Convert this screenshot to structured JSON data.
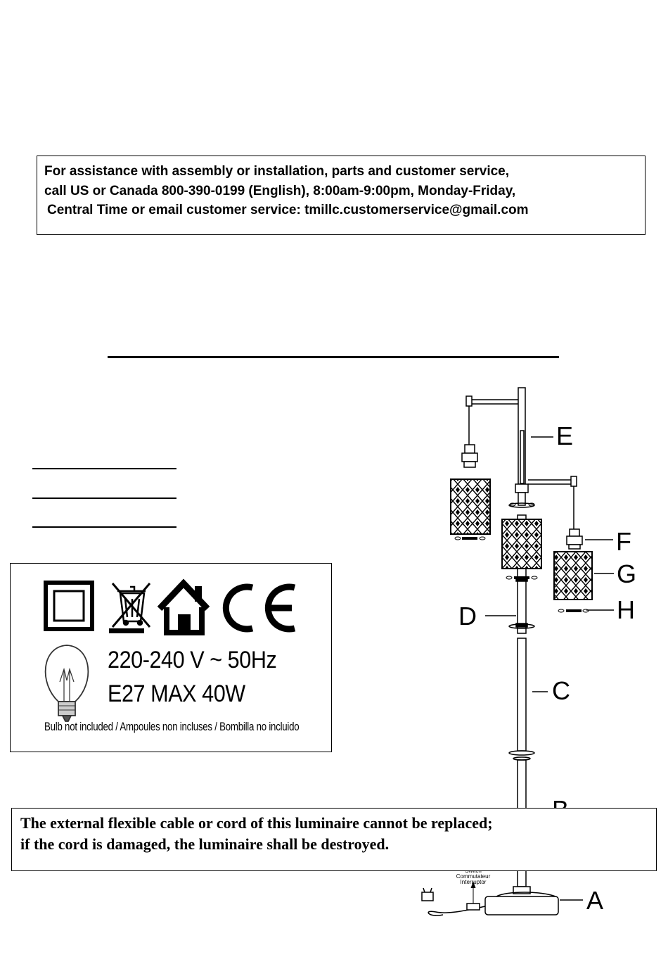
{
  "assistance": {
    "line1": "For assistance with assembly or installation, parts and customer service,",
    "line2": "call US or Canada 800-390-0199 (English), 8:00am-9:00pm, Monday-Friday,",
    "line3": "Central Time or email customer service: tmillc.customerservice@gmail.com"
  },
  "certification": {
    "voltage": "220-240 V ~ 50Hz",
    "bulb_rating": "E27 MAX 40W",
    "bulb_note": "Bulb not included / Ampoules non incluses / Bombilla no incluido",
    "ce_mark": "CE",
    "icons": [
      "double-insulation-icon",
      "weee-bin-icon",
      "indoor-use-house-icon",
      "ce-mark-icon",
      "light-bulb-icon"
    ]
  },
  "warning": {
    "line1": "The external flexible cable or cord of this luminaire cannot be replaced;",
    "line2": "if the cord is damaged, the luminaire shall be destroyed."
  },
  "diagram": {
    "labels": {
      "A": "A",
      "B": "B",
      "C": "C",
      "D": "D",
      "E": "E",
      "F": "F",
      "G": "G",
      "H": "H"
    },
    "switch_label": [
      "Switch",
      "Commutateur",
      "Interruptor"
    ]
  }
}
